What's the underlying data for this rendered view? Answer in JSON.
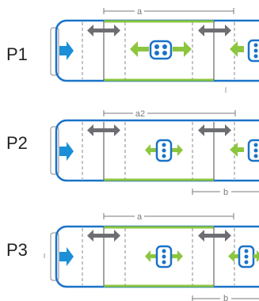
{
  "colors": {
    "bus_outline": "#1a73c8",
    "platform_green": "#8cc63f",
    "arrow_blue": "#1b8fd8",
    "arrow_gray": "#6d6e71",
    "dim_line": "#7a7a7a",
    "label_text": "#222222"
  },
  "panels": [
    {
      "label": "P1",
      "dim_top": "a",
      "dim_bottom": ""
    },
    {
      "label": "P2",
      "dim_top": "a2",
      "dim_bottom": "b"
    },
    {
      "label": "P3",
      "dim_top": "a",
      "dim_bottom": "b"
    }
  ],
  "icons": [
    "front-entry-arrow-icon",
    "wheelchair-space-arrow-icon",
    "passenger-group-icon"
  ]
}
